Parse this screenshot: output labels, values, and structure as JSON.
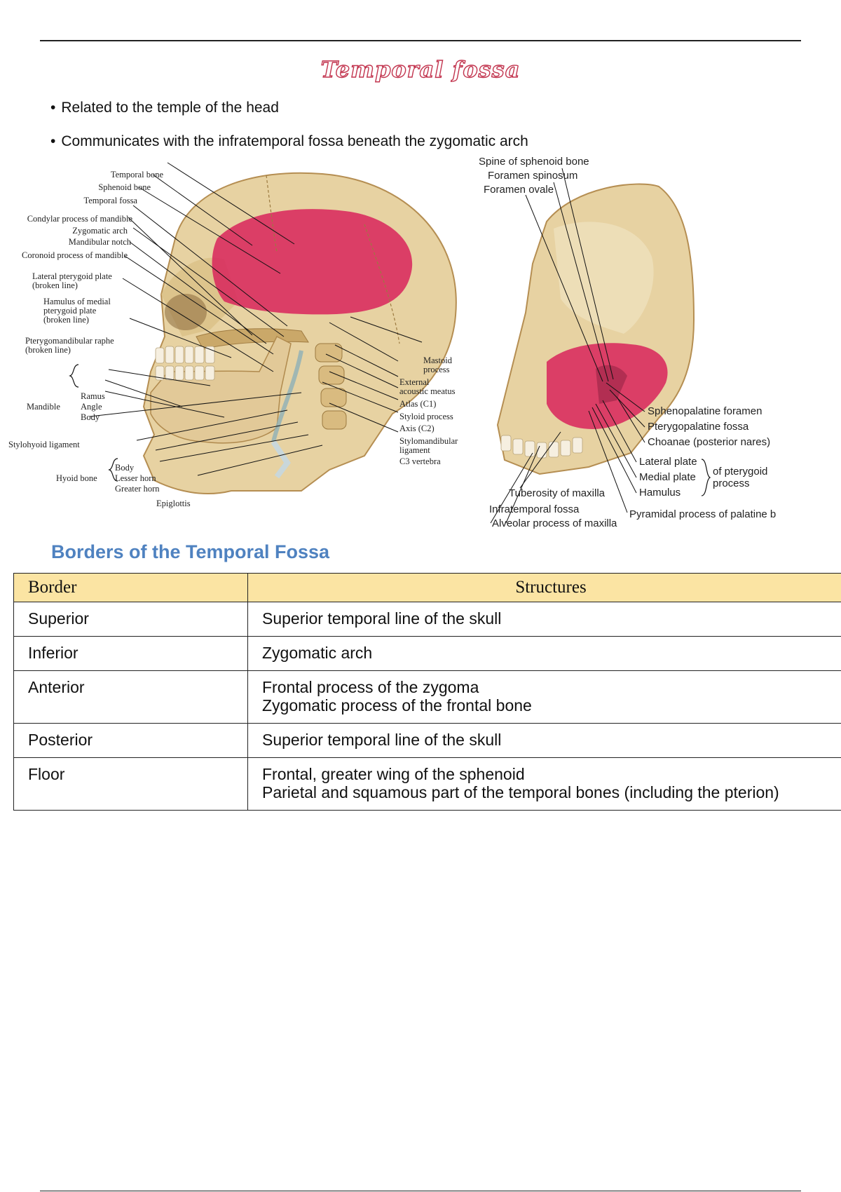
{
  "page": {
    "title": "Temporal fossa",
    "bullets": [
      "Related to the temple of the head",
      "Communicates with the infratemporal fossa beneath the zygomatic arch"
    ]
  },
  "figure_left": {
    "labels": {
      "temporal_bone": "Temporal bone",
      "sphenoid_bone": "Sphenoid bone",
      "temporal_fossa": "Temporal fossa",
      "condylar_process": "Condylar process of mandible",
      "zygomatic_arch": "Zygomatic arch",
      "mandibular_notch": "Mandibular notch",
      "coronoid_process": "Coronoid process of mandible",
      "lateral_pterygoid_plate_1": "Lateral pterygoid plate",
      "lateral_pterygoid_plate_2": "(broken line)",
      "hamulus_1": "Hamulus of medial",
      "hamulus_2": "pterygoid plate",
      "hamulus_3": "(broken line)",
      "pterygomandibular_1": "Pterygomandibular raphe",
      "pterygomandibular_2": "(broken line)",
      "mandible": "Mandible",
      "ramus": "Ramus",
      "angle": "Angle",
      "body": "Body",
      "stylohyoid_ligament": "Stylohyoid ligament",
      "hyoid_bone": "Hyoid bone",
      "hyoid_body": "Body",
      "lesser_horn": "Lesser horn",
      "greater_horn": "Greater horn",
      "epiglottis": "Epiglottis",
      "mastoid_1": "Mastoid",
      "mastoid_2": "process",
      "external_1": "External",
      "external_2": "acoustic meatus",
      "atlas": "Atlas (C1)",
      "styloid_process": "Styloid process",
      "axis": "Axis (C2)",
      "stylomandibular_1": "Stylomandibular",
      "stylomandibular_2": "ligament",
      "c3_vertebra": "C3 vertebra"
    }
  },
  "figure_right": {
    "labels": {
      "spine_of_sphenoid": "Spine of sphenoid bone",
      "foramen_spinosum": "Foramen spinosum",
      "foramen_ovale": "Foramen ovale",
      "sphenopalatine_foramen": "Sphenopalatine foramen",
      "pterygopalatine_fossa": "Pterygopalatine fossa",
      "choanae": "Choanae (posterior nares)",
      "lateral_plate": "Lateral plate",
      "medial_plate": "Medial plate",
      "hamulus": "Hamulus",
      "of_pterygoid_1": "of pterygoid",
      "of_pterygoid_2": "process",
      "tuberosity": "Tuberosity of maxilla",
      "infratemporal_fossa": "Infratemporal fossa",
      "alveolar_process": "Alveolar process of maxilla",
      "pyramidal_process": "Pyramidal process of palatine b"
    }
  },
  "table": {
    "section_title": "Borders of the Temporal Fossa",
    "headers": [
      "Border",
      "Structures"
    ],
    "rows": [
      {
        "border": "Superior",
        "structures": [
          "Superior temporal line of the skull"
        ]
      },
      {
        "border": "Inferior",
        "structures": [
          "Zygomatic arch"
        ]
      },
      {
        "border": "Anterior",
        "structures": [
          "Frontal process of the zygoma",
          "Zygomatic process of the frontal bone"
        ]
      },
      {
        "border": "Posterior",
        "structures": [
          "Superior temporal line of the skull"
        ]
      },
      {
        "border": "Floor",
        "structures": [
          "Frontal, greater wing of the sphenoid",
          "Parietal and squamous part of the temporal bones (including the pterion)"
        ]
      }
    ]
  },
  "colors": {
    "title_outline": "#c2344e",
    "section_title": "#4f82c0",
    "table_header_bg": "#fbe4a3",
    "fossa_highlight": "#d8245c",
    "bone": "#e6cf9e"
  }
}
